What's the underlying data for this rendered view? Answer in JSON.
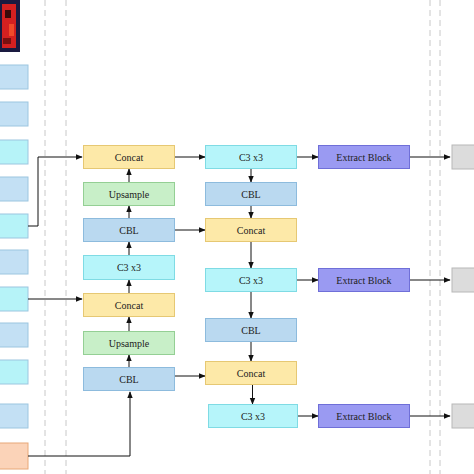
{
  "diagram": {
    "nodes": [
      {
        "text": [
          "Concat"
        ]
      },
      {
        "text": [
          "Upsample"
        ]
      },
      {
        "text": [
          "CBL"
        ]
      },
      {
        "text": [
          "C3 x3"
        ]
      },
      {
        "text": [
          "Concat"
        ]
      },
      {
        "text": [
          "Upsample"
        ]
      },
      {
        "text": [
          "CBL"
        ]
      },
      {
        "text": [
          "C3 x3"
        ]
      },
      {
        "text": [
          "CBL"
        ]
      },
      {
        "text": [
          "Concat"
        ]
      },
      {
        "text": [
          "C3 x3"
        ]
      },
      {
        "text": [
          "CBL"
        ]
      },
      {
        "text": [
          "Concat"
        ]
      },
      {
        "text": [
          "C3 x3"
        ]
      },
      {
        "text": [
          "Extract Block"
        ]
      },
      {
        "text": [
          "Extract Block"
        ]
      },
      {
        "text": [
          "Extract Block"
        ]
      }
    ],
    "edges": [
      {
        "from": 6,
        "to": 5,
        "arrow": "to"
      },
      {
        "from": 5,
        "to": 4,
        "arrow": "to"
      },
      {
        "from": 4,
        "to": 3,
        "arrow": "to"
      },
      {
        "from": 3,
        "to": 2,
        "arrow": "to"
      },
      {
        "from": 2,
        "to": 1,
        "arrow": "to"
      },
      {
        "from": 1,
        "to": 0,
        "arrow": "to"
      },
      {
        "from": 0,
        "to": 7,
        "arrow": "to"
      },
      {
        "from": 7,
        "to": 8,
        "arrow": "to"
      },
      {
        "from": 8,
        "to": 9,
        "arrow": "to"
      },
      {
        "from": 2,
        "to": 9,
        "arrow": "to"
      },
      {
        "from": 9,
        "to": 10,
        "arrow": "to"
      },
      {
        "from": 10,
        "to": 11,
        "arrow": "to"
      },
      {
        "from": 11,
        "to": 12,
        "arrow": "to"
      },
      {
        "from": 6,
        "to": 12,
        "arrow": "to"
      },
      {
        "from": 12,
        "to": 13,
        "arrow": "to"
      },
      {
        "from": 7,
        "to": 14,
        "arrow": "to"
      },
      {
        "from": 10,
        "to": 15,
        "arrow": "to"
      },
      {
        "from": 13,
        "to": 16,
        "arrow": "to"
      }
    ]
  }
}
